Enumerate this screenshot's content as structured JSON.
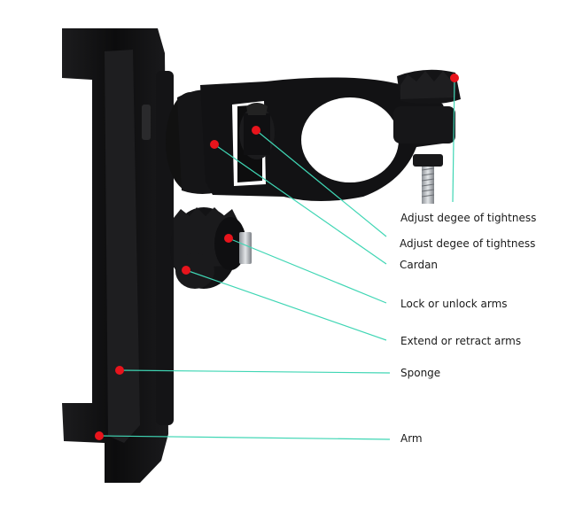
{
  "diagram": {
    "colors": {
      "leader_line": "#3fd6b4",
      "marker": "#e8141c",
      "device_body": "#0f0f10",
      "device_highlight": "#2a2a2c",
      "bolt": "#b9bdc2"
    },
    "callouts": [
      {
        "id": "adjust-1",
        "text": "Adjust degee of tightness"
      },
      {
        "id": "adjust-2",
        "text": "Adjust degee of tightness"
      },
      {
        "id": "cardan",
        "text": "Cardan"
      },
      {
        "id": "lock",
        "text": "Lock or unlock arms"
      },
      {
        "id": "extend",
        "text": "Extend or retract arms"
      },
      {
        "id": "sponge",
        "text": "Sponge"
      },
      {
        "id": "arm",
        "text": "Arm"
      }
    ]
  }
}
